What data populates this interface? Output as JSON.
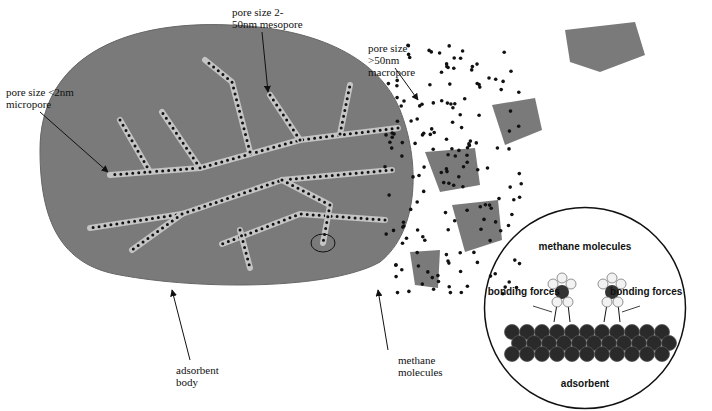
{
  "diagram": {
    "nodes": [
      {
        "text": [
          "methane molecules",
          "bonding forces",
          "bonding forces",
          "adsorbent"
        ]
      }
    ],
    "labels": [
      "pore size 2-50nm mesopore",
      "pore size >50nm macropore",
      "pore size <2nm micropore",
      "methane molecules",
      "adsorbent body"
    ]
  }
}
